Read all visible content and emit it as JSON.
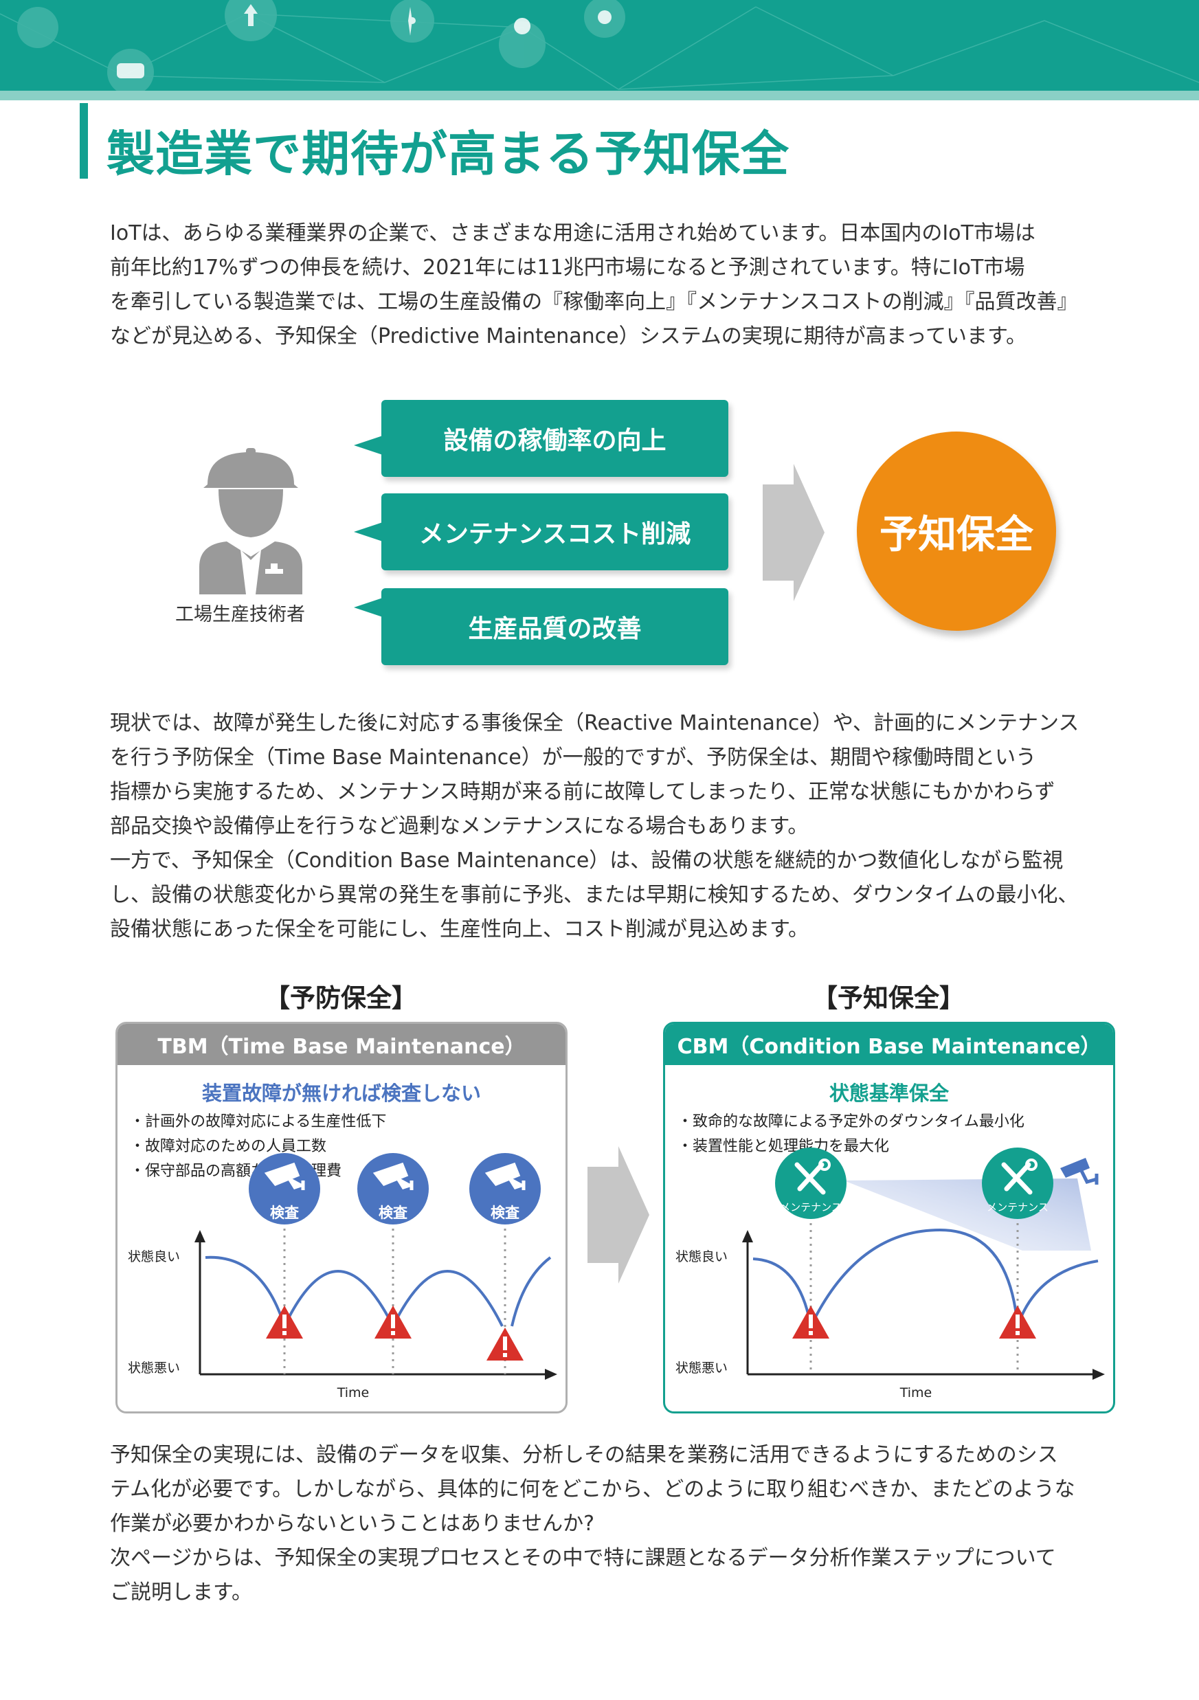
{
  "colors": {
    "brand": "#12a090",
    "accent": "#ef8c12",
    "gray": "#969696",
    "blue": "#4b74c0",
    "alert": "#d8312a"
  },
  "page_title": "製造業で期待が高まる予知保全",
  "intro_lines": [
    "IoTは、あらゆる業種業界の企業で、さまざまな用途に活用され始めています。日本国内のIoT市場は",
    "前年比約17%ずつの伸長を続け、2021年には11兆円市場になると予測されています。特にIoT市場",
    "を牽引している製造業では、工場の生産設備の『稼働率向上』『メンテナンスコストの削減』『品質改善』",
    "などが見込める、予知保全（Predictive Maintenance）システムの実現に期待が高まっています。"
  ],
  "diagram": {
    "worker_label": "工場生産技術者",
    "worker_icon": "worker-icon",
    "bubbles": [
      "設備の稼働率の向上",
      "メンテナンスコスト削減",
      "生産品質の改善"
    ],
    "goal": "予知保全"
  },
  "middle_lines": [
    "現状では、故障が発生した後に対応する事後保全（Reactive Maintenance）や、計画的にメンテナンス",
    "を行う予防保全（Time Base Maintenance）が一般的ですが、予防保全は、期間や稼働時間という",
    "指標から実施するため、メンテナンス時期が来る前に故障してしまったり、正常な状態にもかかわらず",
    "部品交換や設備停止を行うなど過剰なメンテナンスになる場合もあります。",
    "一方で、予知保全（Condition Base Maintenance）は、設備の状態を継続的かつ数値化しながら監視",
    "し、設備の状態変化から異常の発生を事前に予兆、または早期に検知するため、ダウンタイムの最小化、",
    "設備状態にあった保全を可能にし、生産性向上、コスト削減が見込めます。"
  ],
  "tbm": {
    "heading": "【予防保全】",
    "title": "TBM（Time Base Maintenance）",
    "subtitle": "装置故障が無ければ検査しない",
    "bullets": [
      "計画外の故障対応による生産性低下",
      "故障対応のための人員工数",
      "保守部品の高額な在庫管理費"
    ],
    "y_good": "状態良い",
    "y_bad": "状態悪い",
    "x_label": "Time",
    "badge": "検査",
    "badge_icon": "camera-icon"
  },
  "cbm": {
    "heading": "【予知保全】",
    "title": "CBM（Condition Base Maintenance）",
    "subtitle": "状態基準保全",
    "bullets": [
      "致命的な故障による予定外のダウンタイム最小化",
      "装置性能と処理能力を最大化"
    ],
    "y_good": "状態良い",
    "y_bad": "状態悪い",
    "x_label": "Time",
    "badge": "メンテナンス",
    "badge_icon": "wrench-screwdriver-icon"
  },
  "closing_lines": [
    "予知保全の実現には、設備のデータを収集、分析しその結果を業務に活用できるようにするためのシス",
    "テム化が必要です。しかしながら、具体的に何をどこから、どのように取り組むべきか、またどのような",
    "作業が必要かわからないということはありませんか?",
    "次ページからは、予知保全の実現プロセスとその中で特に課題となるデータ分析作業ステップについて",
    "ご説明します。"
  ]
}
